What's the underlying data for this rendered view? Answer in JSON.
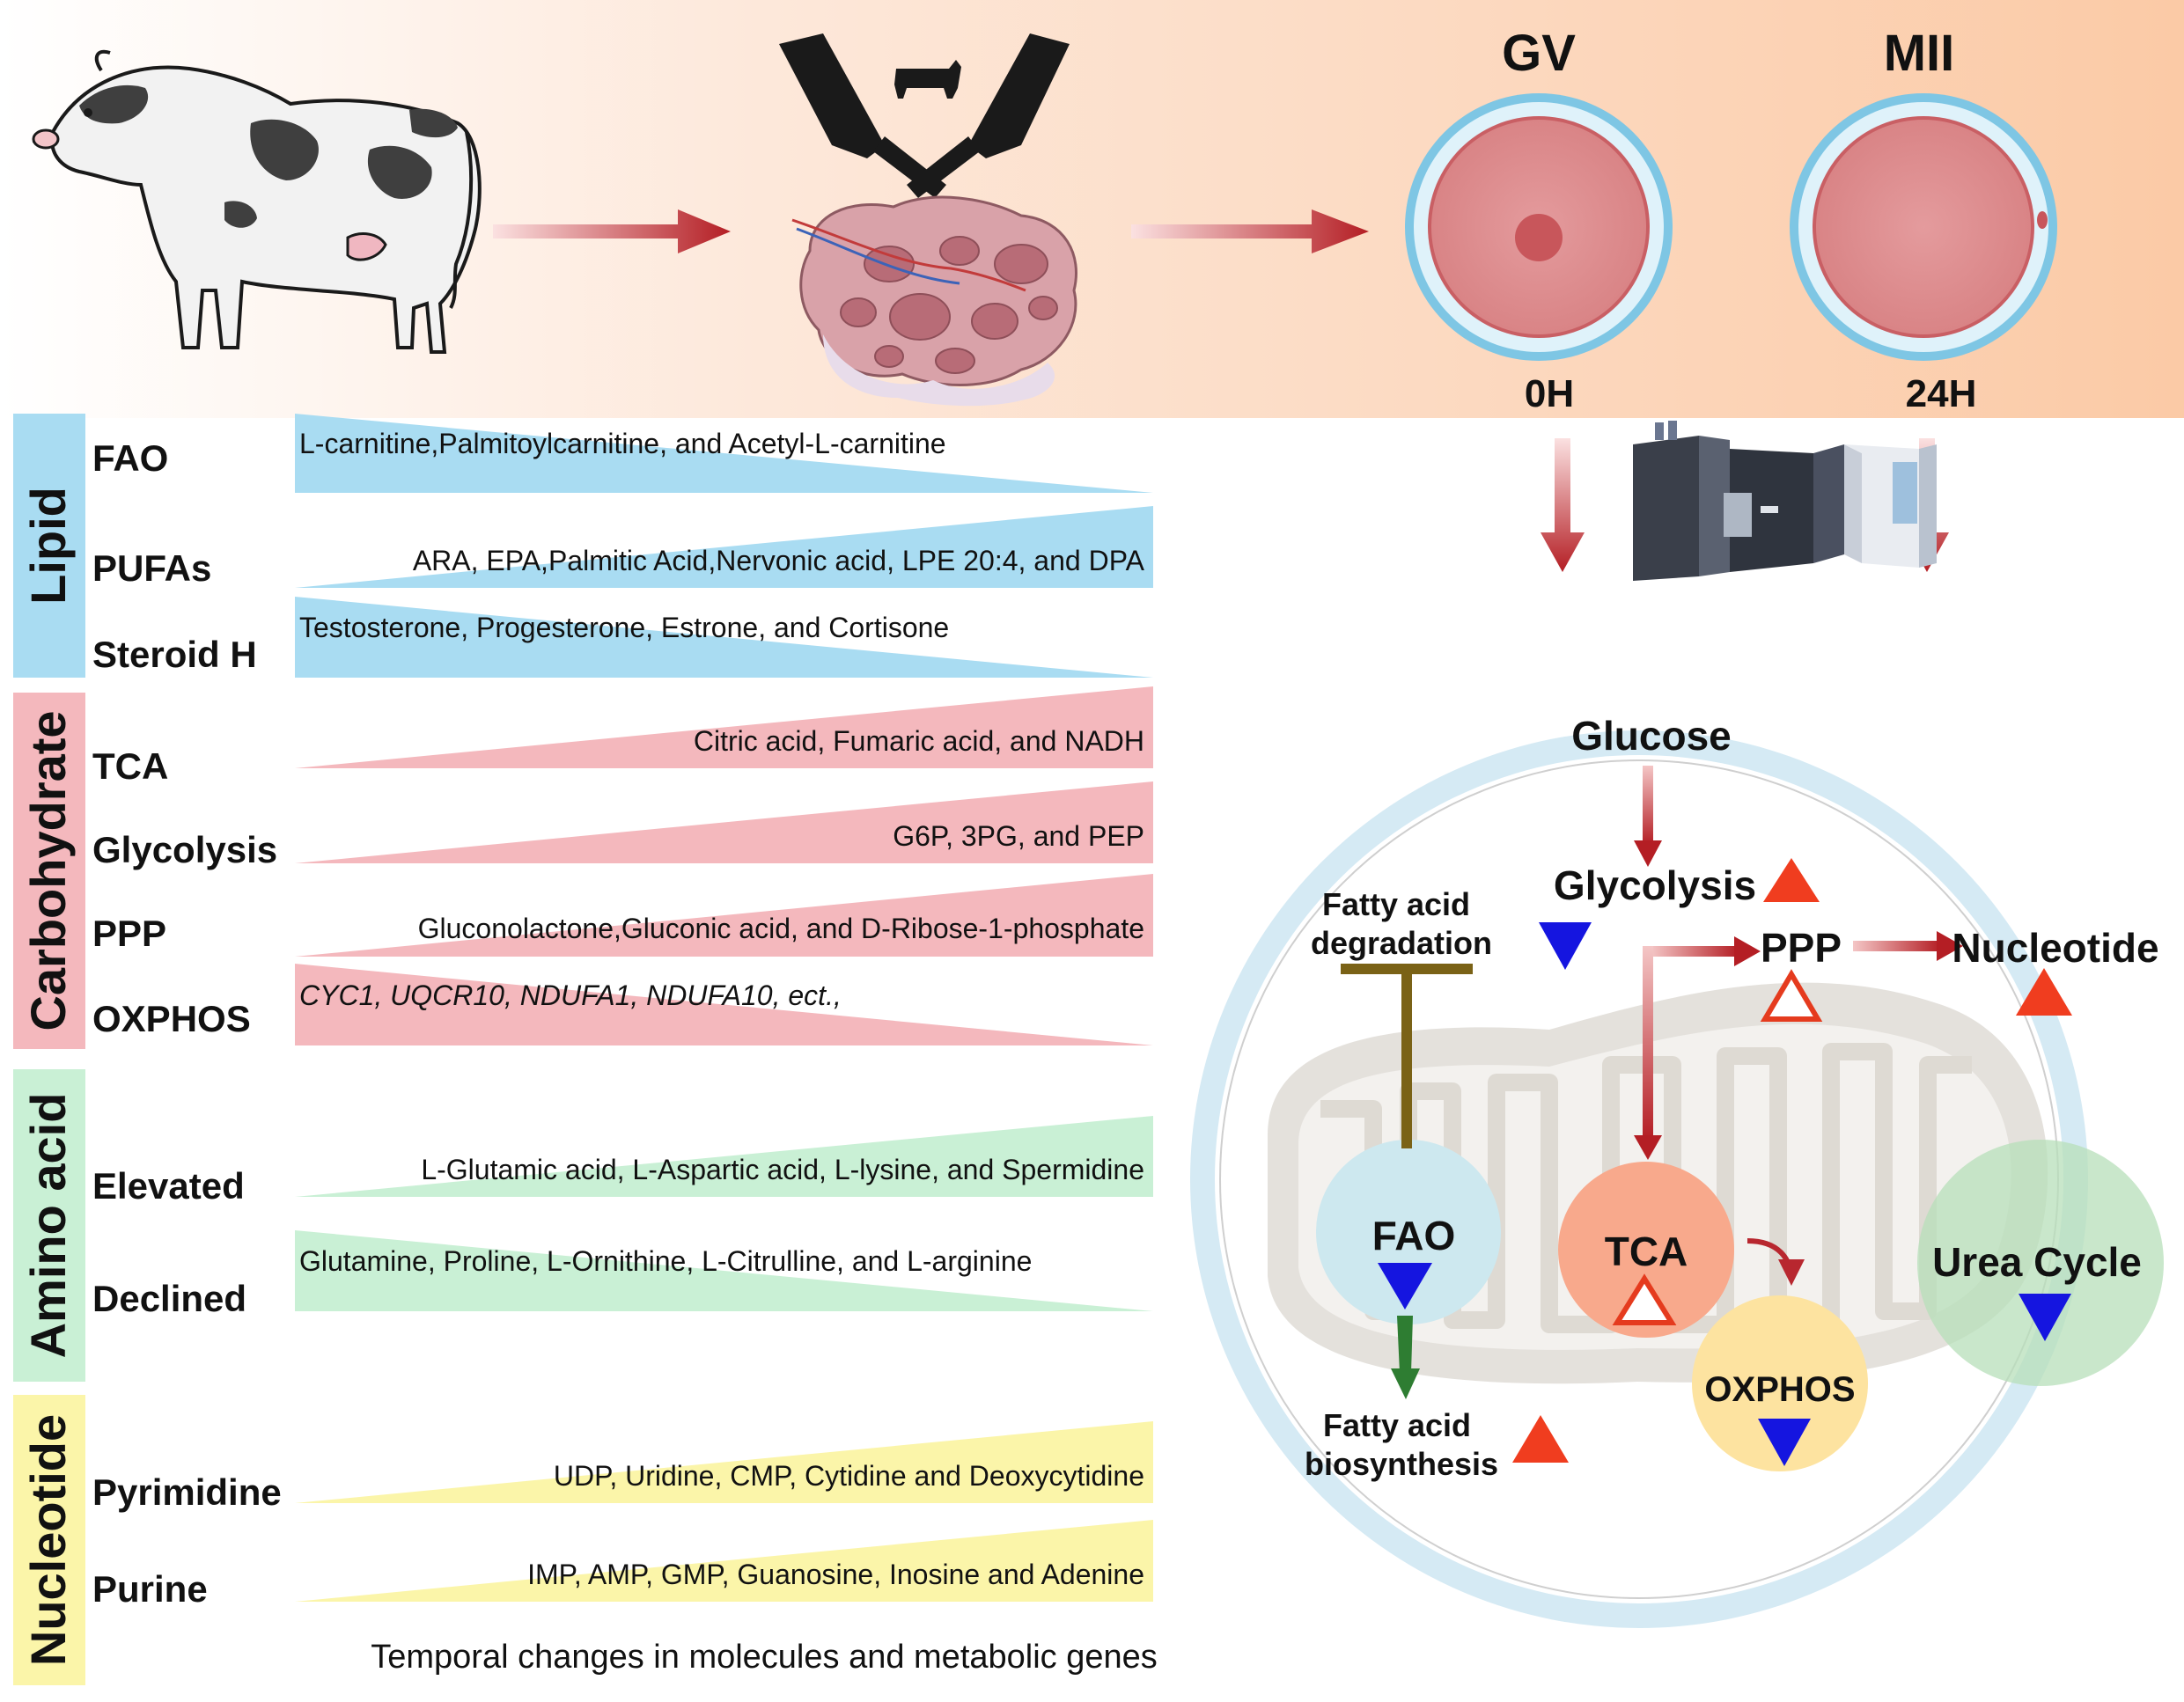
{
  "stages": {
    "gv_label": "GV",
    "mii_label": "MII",
    "gv_time": "0H",
    "mii_time": "24H"
  },
  "categories": [
    {
      "label": "Lipid",
      "color": "#a9dcf2",
      "rows": [
        {
          "name": "FAO",
          "molecules": "L-carnitine,Palmitoylcarnitine, and Acetyl-L-carnitine",
          "trend": "decreasing"
        },
        {
          "name": "PUFAs",
          "molecules": "ARA, EPA,Palmitic Acid,Nervonic acid, LPE 20:4, and DPA",
          "trend": "increasing"
        },
        {
          "name": "Steroid H",
          "molecules": "Testosterone, Progesterone, Estrone, and Cortisone",
          "trend": "decreasing"
        }
      ]
    },
    {
      "label": "Carbohydrate",
      "color": "#f4b8bd",
      "rows": [
        {
          "name": "TCA",
          "molecules": "Citric acid, Fumaric acid, and NADH",
          "trend": "increasing"
        },
        {
          "name": "Glycolysis",
          "molecules": "G6P, 3PG, and PEP",
          "trend": "increasing"
        },
        {
          "name": "PPP",
          "molecules": "Gluconolactone,Gluconic acid, and D-Ribose-1-phosphate",
          "trend": "increasing"
        },
        {
          "name": "OXPHOS",
          "molecules": "CYC1, UQCR10, NDUFA1, NDUFA10, ect.,",
          "trend": "decreasing"
        }
      ]
    },
    {
      "label": "Amino acid",
      "color": "#c9f0d5",
      "rows": [
        {
          "name": "Elevated",
          "molecules": "L-Glutamic acid, L-Aspartic acid, L-lysine, and Spermidine",
          "trend": "increasing"
        },
        {
          "name": "Declined",
          "molecules": "Glutamine, Proline, L-Ornithine, L-Citrulline, and L-arginine",
          "trend": "decreasing"
        }
      ]
    },
    {
      "label": "Nucleotide",
      "color": "#fbf5a9",
      "rows": [
        {
          "name": "Pyrimidine",
          "molecules": "UDP, Uridine, CMP, Cytidine and Deoxycytidine",
          "trend": "increasing"
        },
        {
          "name": "Purine",
          "molecules": "IMP, AMP, GMP, Guanosine, Inosine and Adenine",
          "trend": "increasing"
        }
      ]
    }
  ],
  "caption": "Temporal changes in molecules and metabolic genes",
  "pathway": {
    "glucose": "Glucose",
    "glycolysis": "Glycolysis",
    "ppp": "PPP",
    "nucleotide": "Nucleotide",
    "fa_degradation_1": "Fatty acid",
    "fa_degradation_2": "degradation",
    "fao": "FAO",
    "tca": "TCA",
    "urea_cycle": "Urea Cycle",
    "oxphos": "OXPHOS",
    "fa_biosynthesis_1": "Fatty acid",
    "fa_biosynthesis_2": "biosynthesis"
  },
  "colors": {
    "up": "#f03d1f",
    "down": "#1515e0",
    "arrow": "#b8272f",
    "inhibit": "#7a6216",
    "synth": "#2e7d32"
  }
}
